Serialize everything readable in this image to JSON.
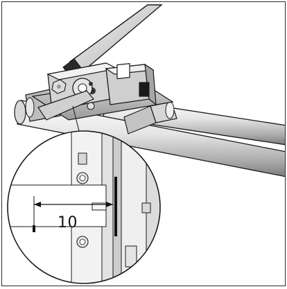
{
  "figure": {
    "dimension_label": "10"
  },
  "colors": {
    "metal_light": "#e6e6e6",
    "metal_mid": "#c8c8c8",
    "metal_dark": "#6f6f6f",
    "outline": "#1a1a1a",
    "handle_grip": "#2b2b2b"
  },
  "icons": [
    "detail-magnifier-circle",
    "dimension-arrow"
  ]
}
